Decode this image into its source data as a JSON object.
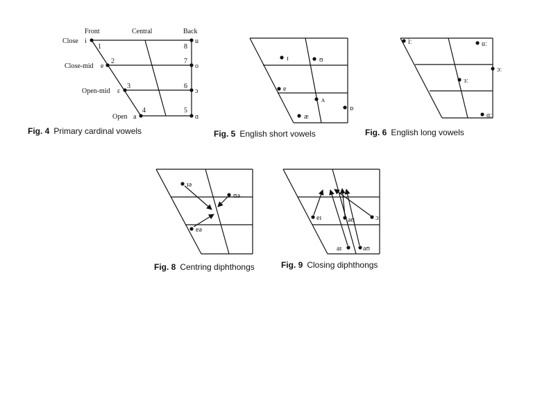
{
  "fig4": {
    "header_front": "Front",
    "header_central": "Central",
    "header_back": "Back",
    "row_close": "Close",
    "row_close_mid": "Close-mid",
    "row_open_mid": "Open-mid",
    "row_open": "Open",
    "sym_i": "i",
    "sym_e": "e",
    "sym_eps": "ɛ",
    "sym_a": "a",
    "sym_u": "u",
    "sym_o": "o",
    "sym_oo": "ɔ",
    "sym_aa": "ɑ",
    "n1": "1",
    "n2": "2",
    "n3": "3",
    "n4": "4",
    "n5": "5",
    "n6": "6",
    "n7": "7",
    "n8": "8",
    "caption_num": "Fig. 4",
    "caption_text": "Primary cardinal vowels"
  },
  "fig5": {
    "v_short_i": "ɪ",
    "v_short_u": "ʊ",
    "v_e": "e",
    "v_wedge": "ʌ",
    "v_ae": "æ",
    "v_short_o": "ɒ",
    "caption_num": "Fig. 5",
    "caption_text": "English short vowels"
  },
  "fig6": {
    "v_ii": "iː",
    "v_uu": "uː",
    "v_schwa_long": "ɜː",
    "v_oo_long": "ɔː",
    "v_aa_long": "ɑː",
    "caption_num": "Fig. 6",
    "caption_text": "English long vowels"
  },
  "fig8": {
    "d_ie": "ɪə",
    "d_ue": "ʊə",
    "d_ee": "eə",
    "caption_num": "Fig. 8",
    "caption_text": "Centring diphthongs"
  },
  "fig9": {
    "d_ei": "eɪ",
    "d_ou": "əʊ",
    "d_oi": "ɔɪ",
    "d_ai": "aɪ",
    "d_au": "aʊ",
    "caption_num": "Fig. 9",
    "caption_text": "Closing diphthongs"
  }
}
